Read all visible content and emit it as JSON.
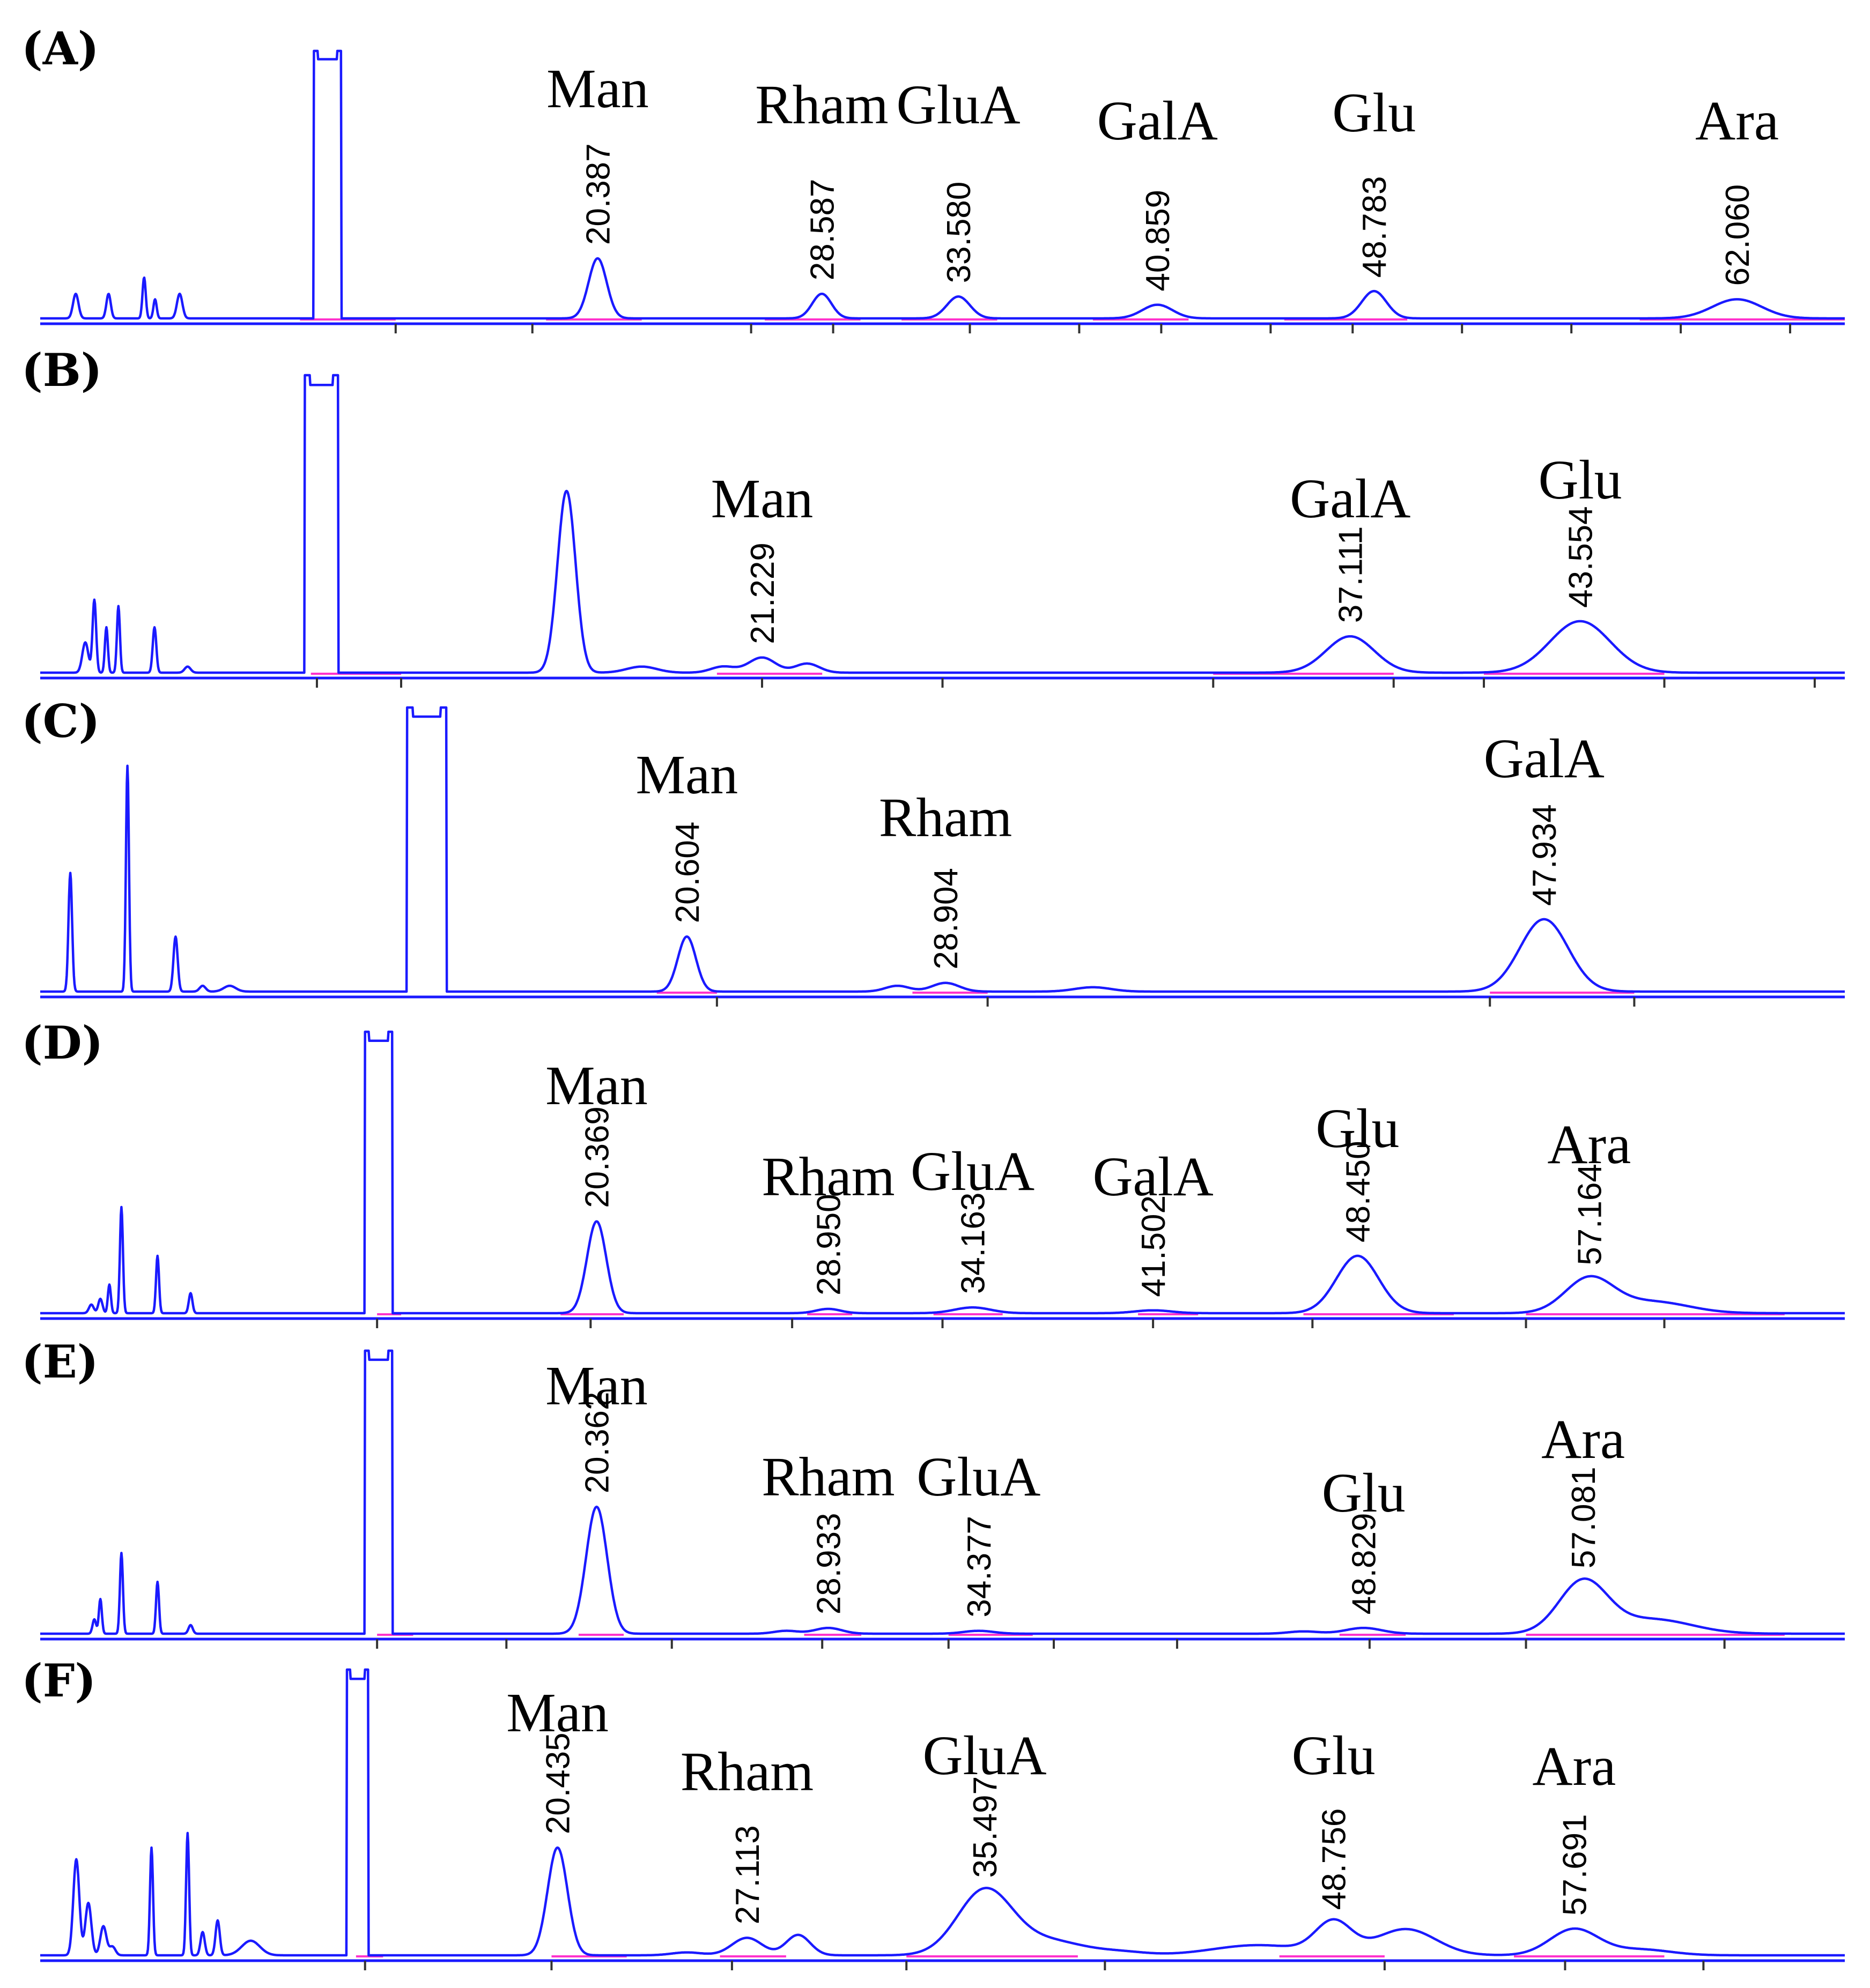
{
  "chart_data": {
    "type": "line",
    "panels": [
      {
        "label": "(A)",
        "x_range": [
          0,
          66
        ],
        "solvent": [
          10.0,
          11.0
        ],
        "small_peaks": [
          [
            1.3,
            0.09,
            0.1
          ],
          [
            2.5,
            0.09,
            0.08
          ],
          [
            3.8,
            0.15,
            0.06
          ],
          [
            4.2,
            0.07,
            0.06
          ],
          [
            5.1,
            0.09,
            0.1
          ]
        ],
        "peaks": [
          {
            "name": "Man",
            "rt": "20.387",
            "x": 20.387,
            "h": 0.22,
            "w": 0.33
          },
          {
            "name": "Rham",
            "rt": "28.587",
            "x": 28.587,
            "h": 0.09,
            "w": 0.35
          },
          {
            "name": "GluA",
            "rt": "33.580",
            "x": 33.58,
            "h": 0.08,
            "w": 0.42
          },
          {
            "name": "GalA",
            "rt": "40.859",
            "x": 40.859,
            "h": 0.05,
            "w": 0.55
          },
          {
            "name": "Glu",
            "rt": "48.783",
            "x": 48.783,
            "h": 0.1,
            "w": 0.45
          },
          {
            "name": "Ara",
            "rt": "62.060",
            "x": 62.06,
            "h": 0.07,
            "w": 0.9
          }
        ],
        "ticks": [
          13,
          18,
          26,
          29,
          34,
          38,
          41,
          45,
          48,
          52,
          56,
          60,
          64
        ],
        "pink_segments": [
          [
            9.5,
            13
          ],
          [
            18.5,
            22
          ],
          [
            26.5,
            30
          ],
          [
            31.5,
            35
          ],
          [
            38.5,
            42
          ],
          [
            45.5,
            50
          ],
          [
            58.5,
            66
          ]
        ]
      },
      {
        "label": "(B)",
        "x_range": [
          0,
          60
        ],
        "solvent": [
          8.8,
          9.9
        ],
        "small_peaks": [
          [
            1.5,
            0.1,
            0.1
          ],
          [
            1.8,
            0.24,
            0.06
          ],
          [
            2.2,
            0.15,
            0.05
          ],
          [
            2.6,
            0.22,
            0.05
          ],
          [
            3.8,
            0.15,
            0.06
          ],
          [
            4.9,
            0.02,
            0.1
          ]
        ],
        "peaks": [
          {
            "name": "",
            "rt": "",
            "x": 17.5,
            "h": 0.6,
            "w": 0.3
          },
          {
            "name": "",
            "rt": "",
            "x": 20.0,
            "h": 0.02,
            "w": 0.5
          },
          {
            "name": "",
            "rt": "",
            "x": 22.7,
            "h": 0.02,
            "w": 0.4
          },
          {
            "name": "Man",
            "rt": "21.229",
            "x": 24.0,
            "h": 0.05,
            "w": 0.45
          },
          {
            "name": "",
            "rt": "",
            "x": 25.5,
            "h": 0.03,
            "w": 0.4
          },
          {
            "name": "GalA",
            "rt": "37.111",
            "x": 43.554,
            "h": 0.12,
            "w": 0.8
          },
          {
            "name": "Glu",
            "rt": "43.554",
            "x": 51.2,
            "h": 0.17,
            "w": 1.0
          }
        ],
        "ticks": [
          9.2,
          12,
          24,
          30,
          39,
          45,
          48,
          54,
          59
        ],
        "pink_segments": [
          [
            9.0,
            12
          ],
          [
            22.5,
            26
          ],
          [
            39,
            45
          ],
          [
            48,
            54
          ]
        ]
      },
      {
        "label": "(C)",
        "x_range": [
          0,
          60
        ],
        "solvent": [
          12.2,
          13.5
        ],
        "small_peaks": [
          [
            1.0,
            0.41,
            0.06
          ],
          [
            2.9,
            0.78,
            0.05
          ],
          [
            4.5,
            0.19,
            0.07
          ],
          [
            5.4,
            0.02,
            0.1
          ],
          [
            6.3,
            0.02,
            0.2
          ]
        ],
        "peaks": [
          {
            "name": "Man",
            "rt": "20.604",
            "x": 21.5,
            "h": 0.19,
            "w": 0.3
          },
          {
            "name": "",
            "rt": "",
            "x": 28.5,
            "h": 0.02,
            "w": 0.4
          },
          {
            "name": "Rham",
            "rt": "28.904",
            "x": 30.1,
            "h": 0.03,
            "w": 0.45
          },
          {
            "name": "",
            "rt": "",
            "x": 35.0,
            "h": 0.015,
            "w": 0.6
          },
          {
            "name": "GalA",
            "rt": "47.934",
            "x": 50.0,
            "h": 0.25,
            "w": 0.8
          }
        ],
        "ticks": [
          22.5,
          31.5,
          48.2,
          53
        ],
        "pink_segments": [
          [
            20.5,
            22.5
          ],
          [
            29,
            31.5
          ],
          [
            48.2,
            53
          ]
        ]
      },
      {
        "label": "(D)",
        "x_range": [
          0,
          60
        ],
        "solvent": [
          10.8,
          11.7
        ],
        "small_peaks": [
          [
            1.7,
            0.03,
            0.08
          ],
          [
            2.0,
            0.05,
            0.07
          ],
          [
            2.3,
            0.1,
            0.05
          ],
          [
            2.7,
            0.37,
            0.05
          ],
          [
            3.9,
            0.2,
            0.05
          ],
          [
            5.0,
            0.07,
            0.06
          ]
        ],
        "peaks": [
          {
            "name": "Man",
            "rt": "20.369",
            "x": 18.5,
            "h": 0.32,
            "w": 0.32
          },
          {
            "name": "Rham",
            "rt": "28.950",
            "x": 26.2,
            "h": 0.015,
            "w": 0.4
          },
          {
            "name": "GluA",
            "rt": "34.163",
            "x": 31.0,
            "h": 0.02,
            "w": 0.6
          },
          {
            "name": "GalA",
            "rt": "41.502",
            "x": 37.0,
            "h": 0.01,
            "w": 0.6
          },
          {
            "name": "Glu",
            "rt": "48.450",
            "x": 43.8,
            "h": 0.2,
            "w": 0.7
          },
          {
            "name": "Ara",
            "rt": "57.164",
            "x": 51.5,
            "h": 0.12,
            "w": 0.8
          },
          {
            "name": "",
            "rt": "",
            "x": 53.6,
            "h": 0.04,
            "w": 1.2
          }
        ],
        "ticks": [
          11.2,
          18.3,
          25.0,
          30.0,
          37.0,
          42.3,
          49.4,
          54.0
        ],
        "pink_segments": [
          [
            11.2,
            12
          ],
          [
            17.3,
            19.4
          ],
          [
            25.5,
            27
          ],
          [
            29.7,
            32.0
          ],
          [
            36.5,
            38.5
          ],
          [
            42.0,
            47.0
          ],
          [
            49.4,
            58.0
          ]
        ]
      },
      {
        "label": "(E)",
        "x_range": [
          0,
          60
        ],
        "solvent": [
          10.8,
          11.7
        ],
        "small_peaks": [
          [
            1.8,
            0.05,
            0.06
          ],
          [
            2.0,
            0.12,
            0.05
          ],
          [
            2.7,
            0.28,
            0.05
          ],
          [
            3.9,
            0.18,
            0.05
          ],
          [
            5.0,
            0.03,
            0.07
          ]
        ],
        "peaks": [
          {
            "name": "Man",
            "rt": "20.362",
            "x": 18.5,
            "h": 0.44,
            "w": 0.35
          },
          {
            "name": "",
            "rt": "",
            "x": 24.8,
            "h": 0.01,
            "w": 0.4
          },
          {
            "name": "Rham",
            "rt": "28.933",
            "x": 26.2,
            "h": 0.02,
            "w": 0.45
          },
          {
            "name": "GluA",
            "rt": "34.377",
            "x": 31.2,
            "h": 0.01,
            "w": 0.5
          },
          {
            "name": "",
            "rt": "",
            "x": 42.0,
            "h": 0.008,
            "w": 0.5
          },
          {
            "name": "Glu",
            "rt": "48.829",
            "x": 44.0,
            "h": 0.02,
            "w": 0.6
          },
          {
            "name": "Ara",
            "rt": "57.081",
            "x": 51.3,
            "h": 0.18,
            "w": 0.8
          },
          {
            "name": "",
            "rt": "",
            "x": 53.6,
            "h": 0.05,
            "w": 1.3
          }
        ],
        "ticks": [
          11.2,
          15.5,
          21.0,
          26.0,
          30.2,
          33.7,
          37.8,
          44.2,
          49.4,
          56.0
        ],
        "pink_segments": [
          [
            11.2,
            12.4
          ],
          [
            17.9,
            19.4
          ],
          [
            25.4,
            27.3
          ],
          [
            30.2,
            33.0
          ],
          [
            43.2,
            45.4
          ],
          [
            49.4,
            58.0
          ]
        ]
      },
      {
        "label": "(F)",
        "x_range": [
          0,
          60
        ],
        "solvent": [
          10.2,
          10.9
        ],
        "small_peaks": [
          [
            1.2,
            0.33,
            0.1
          ],
          [
            1.6,
            0.18,
            0.1
          ],
          [
            2.1,
            0.1,
            0.1
          ],
          [
            2.4,
            0.03,
            0.1
          ],
          [
            3.7,
            0.37,
            0.05
          ],
          [
            4.9,
            0.42,
            0.05
          ],
          [
            5.4,
            0.08,
            0.07
          ],
          [
            5.9,
            0.12,
            0.07
          ],
          [
            7.0,
            0.05,
            0.3
          ]
        ],
        "peaks": [
          {
            "name": "Man",
            "rt": "20.435",
            "x": 17.2,
            "h": 0.37,
            "w": 0.33
          },
          {
            "name": "",
            "rt": "",
            "x": 21.5,
            "h": 0.01,
            "w": 0.5
          },
          {
            "name": "Rham",
            "rt": "27.113",
            "x": 23.5,
            "h": 0.06,
            "w": 0.5
          },
          {
            "name": "",
            "rt": "",
            "x": 25.2,
            "h": 0.07,
            "w": 0.4
          },
          {
            "name": "GluA",
            "rt": "35.497",
            "x": 31.4,
            "h": 0.22,
            "w": 0.9
          },
          {
            "name": "",
            "rt": "",
            "x": 33.5,
            "h": 0.05,
            "w": 1.2
          },
          {
            "name": "",
            "rt": "",
            "x": 36.0,
            "h": 0.01,
            "w": 0.8
          },
          {
            "name": "",
            "rt": "",
            "x": 40.5,
            "h": 0.035,
            "w": 1.5
          },
          {
            "name": "Glu",
            "rt": "48.756",
            "x": 43.0,
            "h": 0.11,
            "w": 0.6
          },
          {
            "name": "",
            "rt": "",
            "x": 45.4,
            "h": 0.09,
            "w": 1.0
          },
          {
            "name": "Ara",
            "rt": "57.691",
            "x": 51.0,
            "h": 0.09,
            "w": 0.8
          },
          {
            "name": "",
            "rt": "",
            "x": 53.2,
            "h": 0.02,
            "w": 1.0
          }
        ],
        "ticks": [
          10.8,
          17.0,
          23.0,
          28.8,
          35.4,
          44.7,
          50.7,
          55.3
        ],
        "pink_segments": [
          [
            10.5,
            11.4
          ],
          [
            17.0,
            19.5
          ],
          [
            22.6,
            24.8
          ],
          [
            28.8,
            34.5
          ],
          [
            41.2,
            44.7
          ],
          [
            49.0,
            54.0
          ]
        ]
      }
    ]
  },
  "colors": {
    "trace": "#1a1aff",
    "baseline": "#ff33cc",
    "axis": "#1a1aff",
    "text": "#000000"
  }
}
